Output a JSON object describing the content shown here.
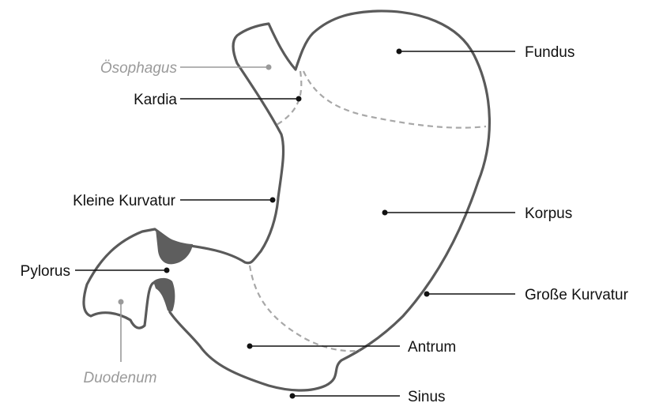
{
  "labels": {
    "oesophagus": "Ösophagus",
    "kardia": "Kardia",
    "fundus": "Fundus",
    "kleine_kurvatur": "Kleine Kurvatur",
    "korpus": "Korpus",
    "pylorus": "Pylorus",
    "grosse_kurvatur": "Große Kurvatur",
    "duodenum": "Duodenum",
    "antrum": "Antrum",
    "sinus": "Sinus"
  },
  "colors": {
    "outline": "#5a5a5a",
    "dashed_region_boundary": "#a8a8a8",
    "label_text": "#111111",
    "secondary_label_text": "#9a9a9a",
    "pylorus_fill": "#5e5e5e"
  }
}
